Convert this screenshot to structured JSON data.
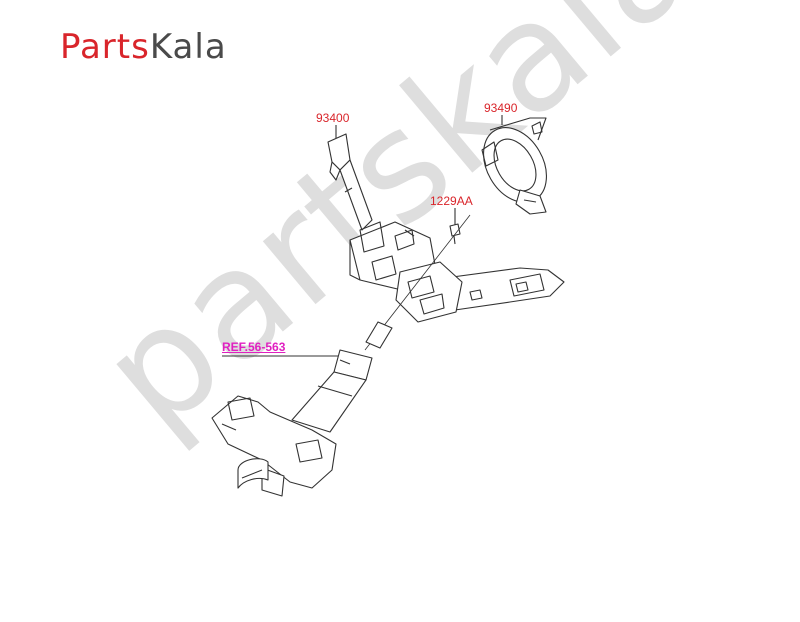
{
  "logo": {
    "part1": "Parts",
    "part2": "Kala"
  },
  "watermark": "partskala.ir",
  "callouts": {
    "c93400": "93400",
    "c93490": "93490",
    "c1229aa": "1229AA",
    "ref": "REF.56-563"
  },
  "colors": {
    "callout": "#d9252b",
    "ref": "#e020c0",
    "line": "#333333",
    "watermark": "#dedede"
  }
}
